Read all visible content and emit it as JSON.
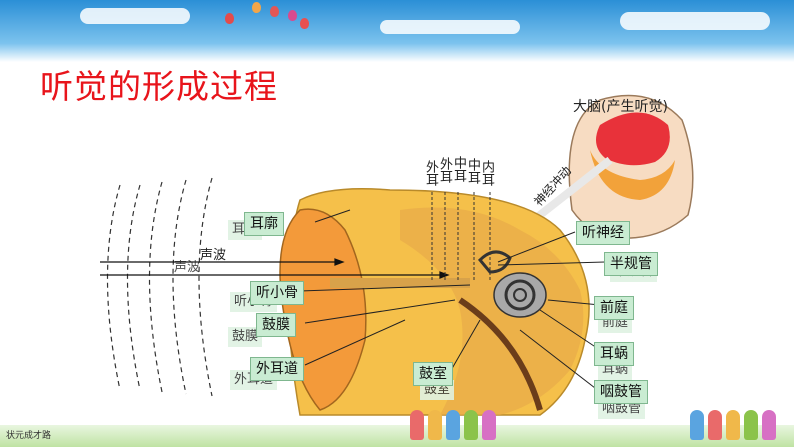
{
  "title": "听觉的形成过程",
  "labels": {
    "brain": "大脑(产生听觉)",
    "outer_ear_v": "外耳",
    "middle_ear_v": "中耳",
    "inner_ear_v": "内耳",
    "nerve_v": "神经冲动",
    "sound_wave": "声波",
    "auricle": "耳廓",
    "ossicles": "听小骨",
    "eardrum": "鼓膜",
    "ear_canal": "外耳道",
    "tympanic_cavity": "鼓室",
    "auditory_nerve": "听神经",
    "semicircular": "半规管",
    "vestibule": "前庭",
    "cochlea": "耳蜗",
    "eustachian": "咽鼓管"
  },
  "footer": {
    "text": "状元成才路"
  },
  "colors": {
    "title": "#e8141b",
    "label_bg": "#c9ecd2",
    "skin": "#f3b23a",
    "brain": "#e8323a"
  }
}
